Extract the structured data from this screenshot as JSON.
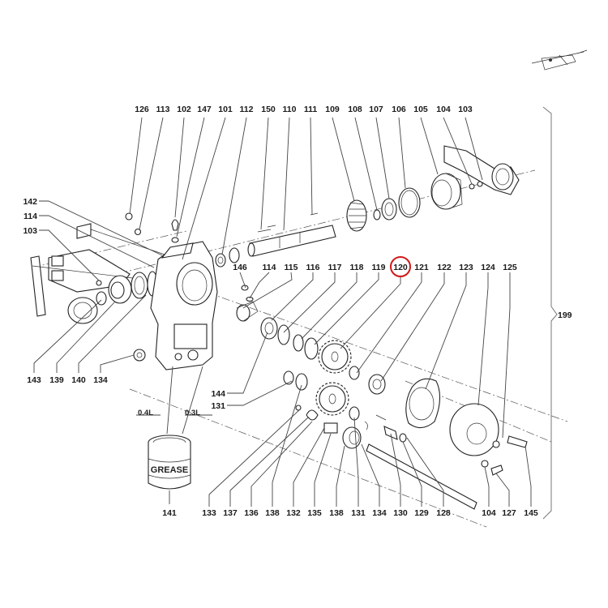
{
  "diagram": {
    "title": "Gearbox exploded parts diagram",
    "highlight_color": "#d01818",
    "highlighted_part": "120",
    "top_labels": [
      "126",
      "113",
      "102",
      "147",
      "101",
      "112",
      "150",
      "110",
      "111",
      "109",
      "108",
      "107",
      "106",
      "105",
      "104",
      "103"
    ],
    "middle_labels": [
      "146",
      "114",
      "115",
      "116",
      "117",
      "118",
      "119",
      "120",
      "121",
      "122",
      "123",
      "124",
      "125"
    ],
    "left_labels": [
      "142",
      "114",
      "103"
    ],
    "lower_left_labels": [
      "143",
      "139",
      "140",
      "134"
    ],
    "side_labels": [
      "144",
      "131"
    ],
    "bottom_labels": [
      "133",
      "137",
      "136",
      "138",
      "132",
      "135",
      "138",
      "131",
      "134",
      "130",
      "129",
      "128",
      "104",
      "127",
      "145"
    ],
    "group_label": "199",
    "oil_volumes": {
      "left": "0.4L",
      "right": "0.3L"
    },
    "grease_can": {
      "text": "GREASE",
      "label": "141"
    }
  }
}
